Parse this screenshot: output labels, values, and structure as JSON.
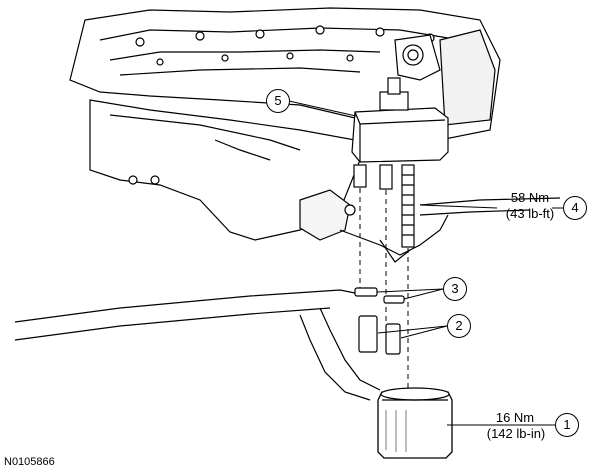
{
  "diagram": {
    "reference_code": "N0105866",
    "callouts": [
      {
        "id": "1",
        "torque_nm": "16 Nm",
        "torque_imperial": "(142 lb-in)"
      },
      {
        "id": "2"
      },
      {
        "id": "3"
      },
      {
        "id": "4",
        "torque_nm": "58 Nm",
        "torque_imperial": "(43 lb-ft)"
      },
      {
        "id": "5"
      }
    ],
    "colors": {
      "line": "#000000",
      "background": "#ffffff",
      "shade": "#d9d9d9"
    }
  }
}
